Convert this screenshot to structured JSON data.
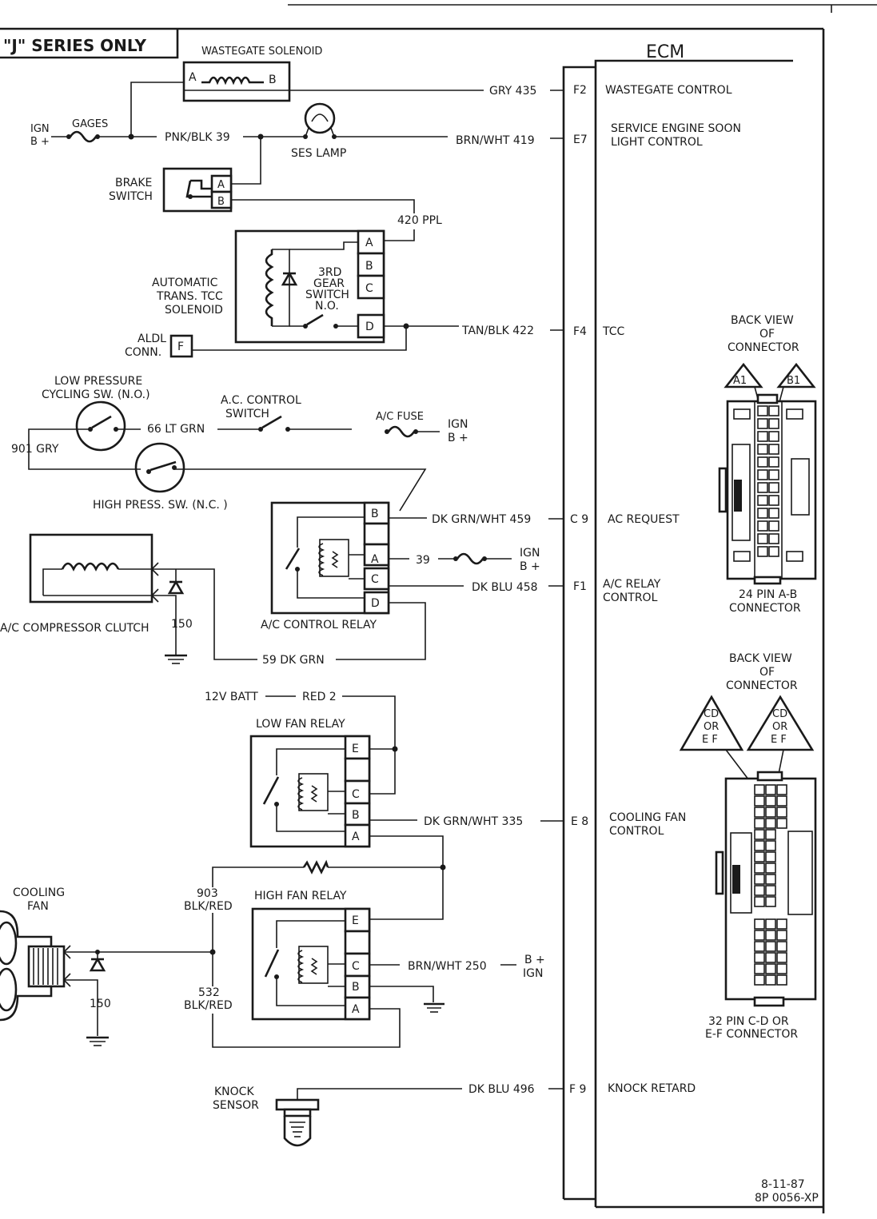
{
  "title": "\"J\" SERIES ONLY",
  "ecm_label": "ECM",
  "date_code": "8-11-87",
  "part_code": "8P 0056-XP",
  "components": {
    "wastegate_solenoid": "WASTEGATE SOLENOID",
    "ign_b_plus_1": "IGN",
    "ign_b_plus_1b": "B +",
    "gages": "GAGES",
    "ses_lamp": "SES LAMP",
    "brake_switch_1": "BRAKE",
    "brake_switch_2": "SWITCH",
    "auto_trans_1": "AUTOMATIC",
    "auto_trans_2": "TRANS. TCC",
    "auto_trans_3": "SOLENOID",
    "gear_sw_1": "3RD",
    "gear_sw_2": "GEAR",
    "gear_sw_3": "SWITCH",
    "gear_sw_4": "N.O.",
    "aldl_1": "ALDL",
    "aldl_2": "CONN.",
    "low_press_1": "LOW PRESSURE",
    "low_press_2": "CYCLING SW. (N.O.)",
    "ac_ctrl_sw_1": "A.C. CONTROL",
    "ac_ctrl_sw_2": "SWITCH",
    "ac_fuse": "A/C FUSE",
    "ign_2": "IGN",
    "ign_2b": "B +",
    "high_press": "HIGH PRESS. SW. (N.C. )",
    "ac_relay": "A/C CONTROL RELAY",
    "ac_clutch": "A/C COMPRESSOR CLUTCH",
    "ign_3": "IGN",
    "ign_3b": "B +",
    "batt": "12V BATT",
    "low_fan_relay": "LOW FAN RELAY",
    "high_fan_relay": "HIGH FAN RELAY",
    "cooling_fan_1": "COOLING",
    "cooling_fan_2": "FAN",
    "bplus_ign_1": "B +",
    "bplus_ign_2": "IGN",
    "knock_1": "KNOCK",
    "knock_2": "SENSOR"
  },
  "wires": {
    "gry435": "GRY 435",
    "pnkblk39": "PNK/BLK 39",
    "brnwht419": "BRN/WHT 419",
    "ppl420": "420 PPL",
    "tanblk422": "TAN/BLK 422",
    "ltgrn66": "66 LT GRN",
    "gry901": "901 GRY",
    "dkgrnwht459": "DK GRN/WHT 459",
    "w39": "39",
    "dkblu458": "DK BLU 458",
    "n150a": "150",
    "dkgrn59": "59 DK GRN",
    "red2": "RED 2",
    "dkgrnwht335": "DK GRN/WHT 335",
    "w903a": "903",
    "w903b": "BLK/RED",
    "w532a": "532",
    "w532b": "BLK/RED",
    "brnwht250": "BRN/WHT 250",
    "n150b": "150",
    "dkblu496": "DK BLU 496"
  },
  "pins": {
    "F2": "F2",
    "E7": "E7",
    "F4": "F4",
    "C9": "C 9",
    "F1": "F1",
    "E8": "E 8",
    "F9": "F 9"
  },
  "terminals": {
    "A": "A",
    "B": "B",
    "C": "C",
    "D": "D",
    "E": "E",
    "F": "F"
  },
  "ecm_circuits": {
    "wastegate": "WASTEGATE CONTROL",
    "ses_1": "SERVICE ENGINE SOON",
    "ses_2": "LIGHT CONTROL",
    "tcc": "TCC",
    "ac_request": "AC REQUEST",
    "ac_relay_1": "A/C RELAY",
    "ac_relay_2": "CONTROL",
    "fan_1": "COOLING FAN",
    "fan_2": "CONTROL",
    "knock": "KNOCK RETARD"
  },
  "connectors": {
    "bv1_1": "BACK VIEW",
    "bv1_2": "OF",
    "bv1_3": "CONNECTOR",
    "a1": "A1",
    "b1": "B1",
    "c24_1": "24 PIN  A-B",
    "c24_2": "CONNECTOR",
    "bv2_1": "BACK VIEW",
    "bv2_2": "OF",
    "bv2_3": "CONNECTOR",
    "cd1": "CD",
    "or1": "OR",
    "ef1": "E F",
    "cd2": "CD",
    "or2": "OR",
    "ef2": "E F",
    "c32_1": "32  PIN C-D OR",
    "c32_2": "E-F  CONNECTOR"
  }
}
